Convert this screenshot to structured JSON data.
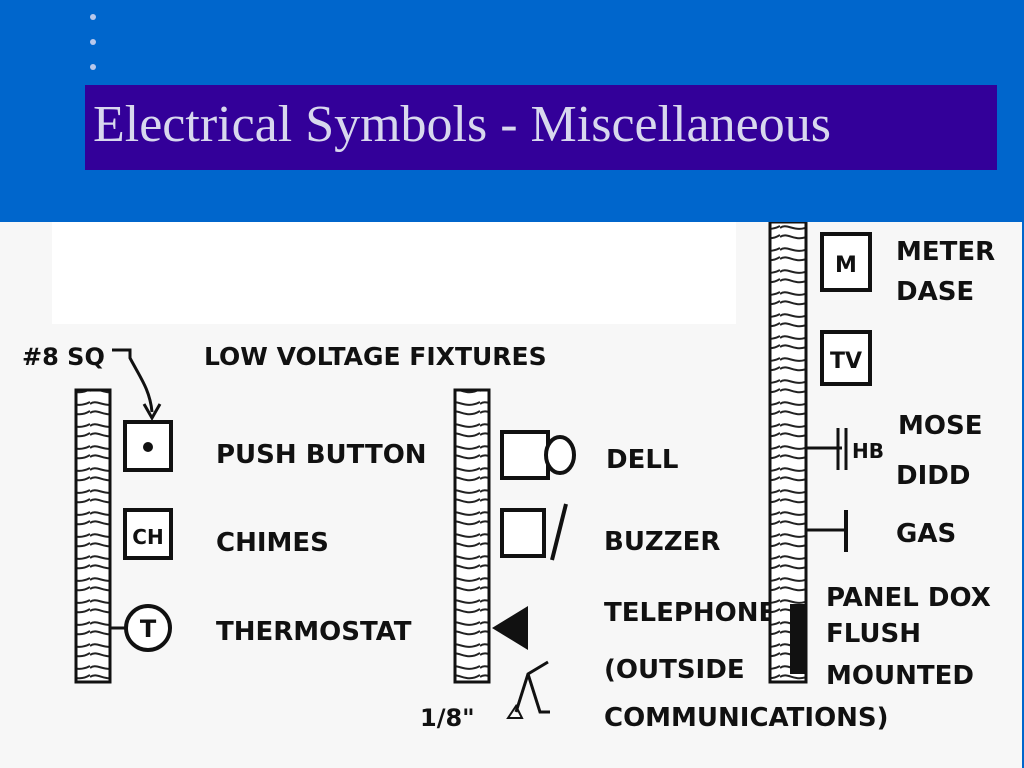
{
  "slide": {
    "title": "Electrical Symbols - Miscellaneous"
  },
  "diagram": {
    "box_size_label": "#8 SQ",
    "heading": "LOW VOLTAGE FIXTURES",
    "col1": [
      {
        "symbol": "push-button-symbol",
        "label": "PUSH BUTTON"
      },
      {
        "symbol": "chimes-symbol",
        "symbol_text": "CH",
        "label": "CHIMES"
      },
      {
        "symbol": "thermostat-symbol",
        "symbol_text": "T",
        "label": "THERMOSTAT"
      }
    ],
    "col2": [
      {
        "symbol": "bell-symbol",
        "label": "DELL"
      },
      {
        "symbol": "buzzer-symbol",
        "label": "BUZZER"
      },
      {
        "symbol": "telephone-symbol",
        "label_lines": [
          "TELEPHONE",
          "(OUTSIDE",
          "COMMUNICATIONS)"
        ]
      }
    ],
    "dimension_label": "1/8\"",
    "col3": [
      {
        "symbol": "meter-base-symbol",
        "symbol_text": "M",
        "label_lines": [
          "METER",
          "DASE"
        ]
      },
      {
        "symbol": "tv-outlet-symbol",
        "symbol_text": "TV",
        "label_lines": []
      },
      {
        "symbol": "hose-bibb-symbol",
        "symbol_text": "HB",
        "label_lines": [
          "MOSE",
          "DIDD"
        ]
      },
      {
        "symbol": "gas-symbol",
        "label_lines": [
          "GAS"
        ]
      },
      {
        "symbol": "panel-box-symbol",
        "label_lines": [
          "PANEL DOX",
          "FLUSH",
          "MOUNTED"
        ]
      }
    ]
  }
}
